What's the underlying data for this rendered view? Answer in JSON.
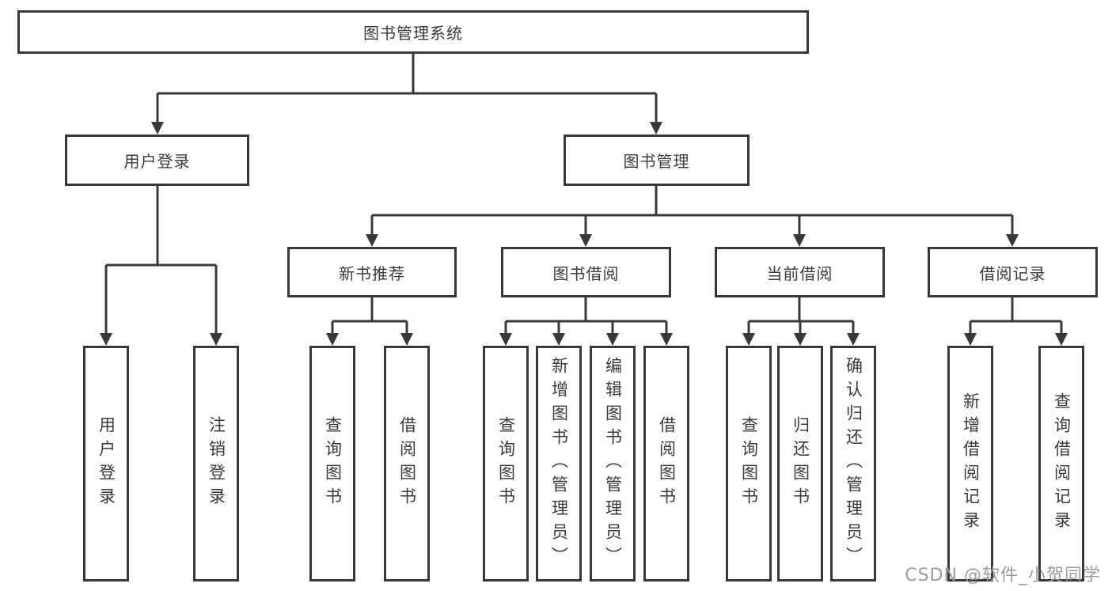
{
  "diagram": {
    "root": {
      "label": "图书管理系统"
    },
    "level2": [
      {
        "label": "用户登录"
      },
      {
        "label": "图书管理"
      }
    ],
    "level3": [
      {
        "label": "新书推荐"
      },
      {
        "label": "图书借阅"
      },
      {
        "label": "当前借阅"
      },
      {
        "label": "借阅记录"
      }
    ],
    "leaves": {
      "user_login": [
        "用户登录",
        "注销登录"
      ],
      "new_book_recommend": [
        "查询图书",
        "借阅图书"
      ],
      "book_borrow": [
        "查询图书",
        "新增图书（管理员）",
        "编辑图书（管理员）",
        "借阅图书"
      ],
      "current_borrow": [
        "查询图书",
        "归还图书",
        "确认归还（管理员）"
      ],
      "borrow_records": [
        "新增借阅记录",
        "查询借阅记录"
      ]
    }
  },
  "watermark": {
    "text": "CSDN @软件_小贺同学"
  },
  "colors": {
    "line": "#383838",
    "text": "#3a3a3a",
    "watermark": "#9c9c9c",
    "background": "#ffffff"
  }
}
